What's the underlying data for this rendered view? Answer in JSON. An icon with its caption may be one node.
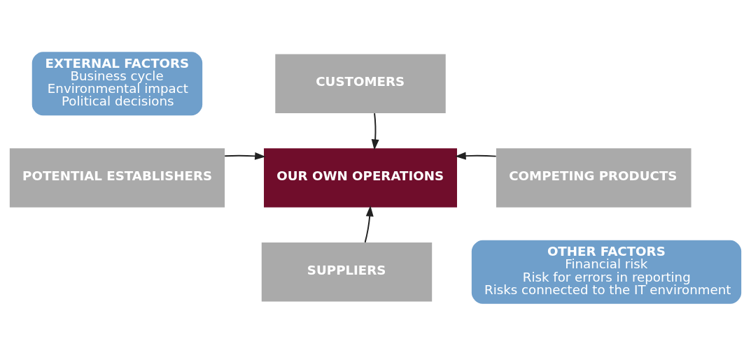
{
  "diagram": {
    "nodes": [
      {
        "text": [
          "EXTERNAL FACTORS",
          "Business cycle",
          "Environmental impact",
          "Political decisions"
        ]
      },
      {
        "text": [
          "CUSTOMERS"
        ]
      },
      {
        "text": [
          "POTENTIAL ESTABLISHERS"
        ]
      },
      {
        "text": [
          "OUR OWN OPERATIONS"
        ]
      },
      {
        "text": [
          "COMPETING PRODUCTS"
        ]
      },
      {
        "text": [
          "SUPPLIERS"
        ]
      },
      {
        "text": [
          "OTHER FACTORS",
          "Financial risk",
          "Risk for errors in reporting",
          "Risks connected to the IT environment"
        ]
      }
    ],
    "edges": [
      {
        "from": 1,
        "to": 3,
        "arrow": "to"
      },
      {
        "from": 2,
        "to": 3,
        "arrow": "to"
      },
      {
        "from": 4,
        "to": 3,
        "arrow": "to"
      },
      {
        "from": 5,
        "to": 3,
        "arrow": "to"
      }
    ]
  }
}
